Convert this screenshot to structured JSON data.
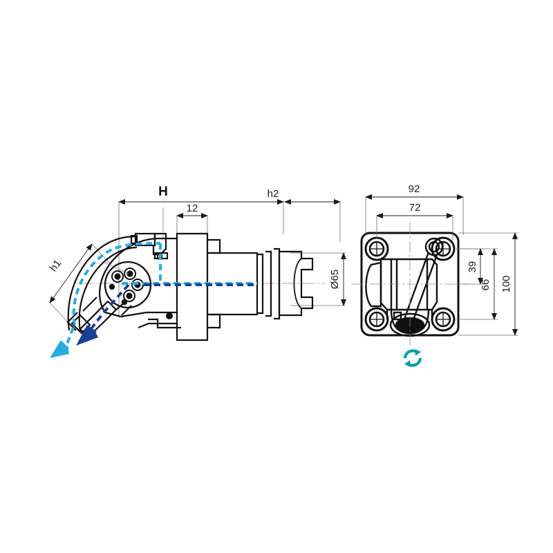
{
  "drawing": {
    "title": "Angled coolant spindle head technical drawing",
    "background_color": "#ffffff",
    "line_color": "#111111",
    "thin_line_color": "#6b6b6b",
    "accent_cyan": "#29abe2",
    "accent_darkblue": "#1b3f94",
    "accent_teal": "#00a0a8"
  },
  "side_view": {
    "name": "side-view",
    "dimensions": {
      "H": "H",
      "h1": "h1",
      "h2": "h2",
      "twelve": "12",
      "diameter": "Ø65"
    }
  },
  "front_view": {
    "name": "front-view",
    "dimensions": {
      "width_outer": "92",
      "width_holes": "72",
      "height_inner": "39",
      "height_holes": "66",
      "height_outer": "100"
    },
    "rotation_icon": "rotation-arrows-icon"
  },
  "annotations": {
    "flow_arrow_cyan": "coolant-flow-arrow-cyan",
    "flow_arrow_blue": "coolant-flow-arrow-blue"
  }
}
